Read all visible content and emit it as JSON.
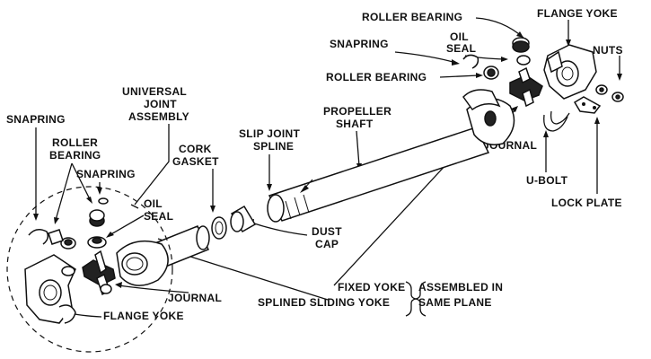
{
  "labels": {
    "roller_bearing_top": "ROLLER BEARING",
    "flange_yoke_top": "FLANGE YOKE",
    "oil_seal_top_1": "OIL",
    "oil_seal_top_2": "SEAL",
    "snapring_top": "SNAPRING",
    "nuts": "NUTS",
    "roller_bearing_mid": "ROLLER BEARING",
    "universal_joint_1": "UNIVERSAL",
    "universal_joint_2": "JOINT",
    "universal_joint_3": "ASSEMBLY",
    "propeller_shaft_1": "PROPELLER",
    "propeller_shaft_2": "SHAFT",
    "snapring_left": "SNAPRING",
    "slip_joint_1": "SLIP JOINT",
    "slip_joint_2": "SPLINE",
    "journal_right": "JOURNAL",
    "roller_bearing_left_1": "ROLLER",
    "roller_bearing_left_2": "BEARING",
    "cork_gasket_1": "CORK",
    "cork_gasket_2": "GASKET",
    "snapring_left_2": "SNAPRING",
    "u_bolt": "U-BOLT",
    "oil_seal_left_1": "OIL",
    "oil_seal_left_2": "SEAL",
    "lock_plate": "LOCK PLATE",
    "dust_cap_1": "DUST",
    "dust_cap_2": "CAP",
    "fixed_yoke": "FIXED YOKE",
    "assembled_1": "ASSEMBLED IN",
    "journal_left": "JOURNAL",
    "splined_sliding_yoke": "SPLINED SLIDING YOKE",
    "assembled_2": "SAME PLANE",
    "flange_yoke_bottom": "FLANGE YOKE"
  }
}
